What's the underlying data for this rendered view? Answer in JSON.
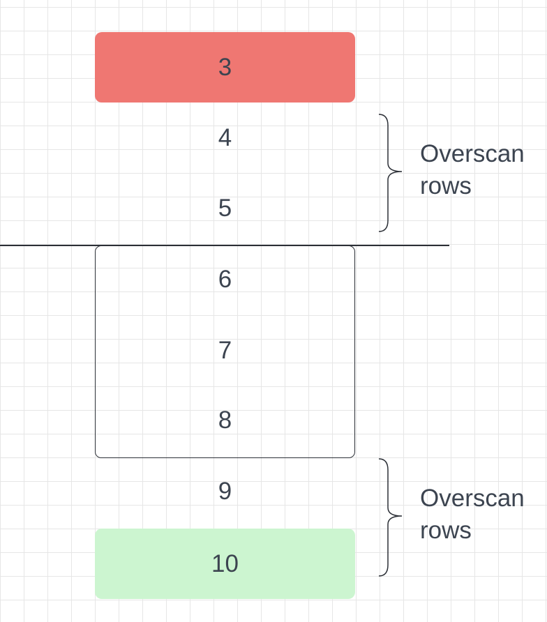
{
  "rows": [
    {
      "label": "3",
      "highlight": "red"
    },
    {
      "label": "4",
      "highlight": "none"
    },
    {
      "label": "5",
      "highlight": "none"
    },
    {
      "label": "6",
      "highlight": "none"
    },
    {
      "label": "7",
      "highlight": "none"
    },
    {
      "label": "8",
      "highlight": "none"
    },
    {
      "label": "9",
      "highlight": "none"
    },
    {
      "label": "10",
      "highlight": "green"
    }
  ],
  "annotations": {
    "overscan_top": {
      "line1": "Overscan",
      "line2": "rows"
    },
    "overscan_bottom": {
      "line1": "Overscan",
      "line2": "rows"
    }
  },
  "colors": {
    "red_row": "#ef7772",
    "green_row": "#ccf5d0",
    "text": "#3c4450",
    "stroke": "#2b2f36"
  }
}
